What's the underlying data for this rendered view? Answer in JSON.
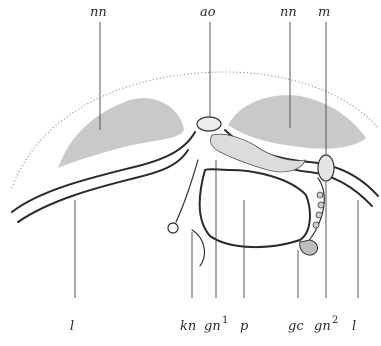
{
  "figure": {
    "labels": {
      "top_nn_left": "nn",
      "top_ao": "ao",
      "top_nn_right": "nn",
      "top_m": "m",
      "bottom_l_left": "l",
      "bottom_kn": "kn",
      "bottom_gn1": "gn",
      "bottom_gn1_sup": "1",
      "bottom_p": "p",
      "bottom_gc": "gc",
      "bottom_gn2": "gn",
      "bottom_gn2_sup": "2",
      "bottom_l_right": "l"
    }
  }
}
